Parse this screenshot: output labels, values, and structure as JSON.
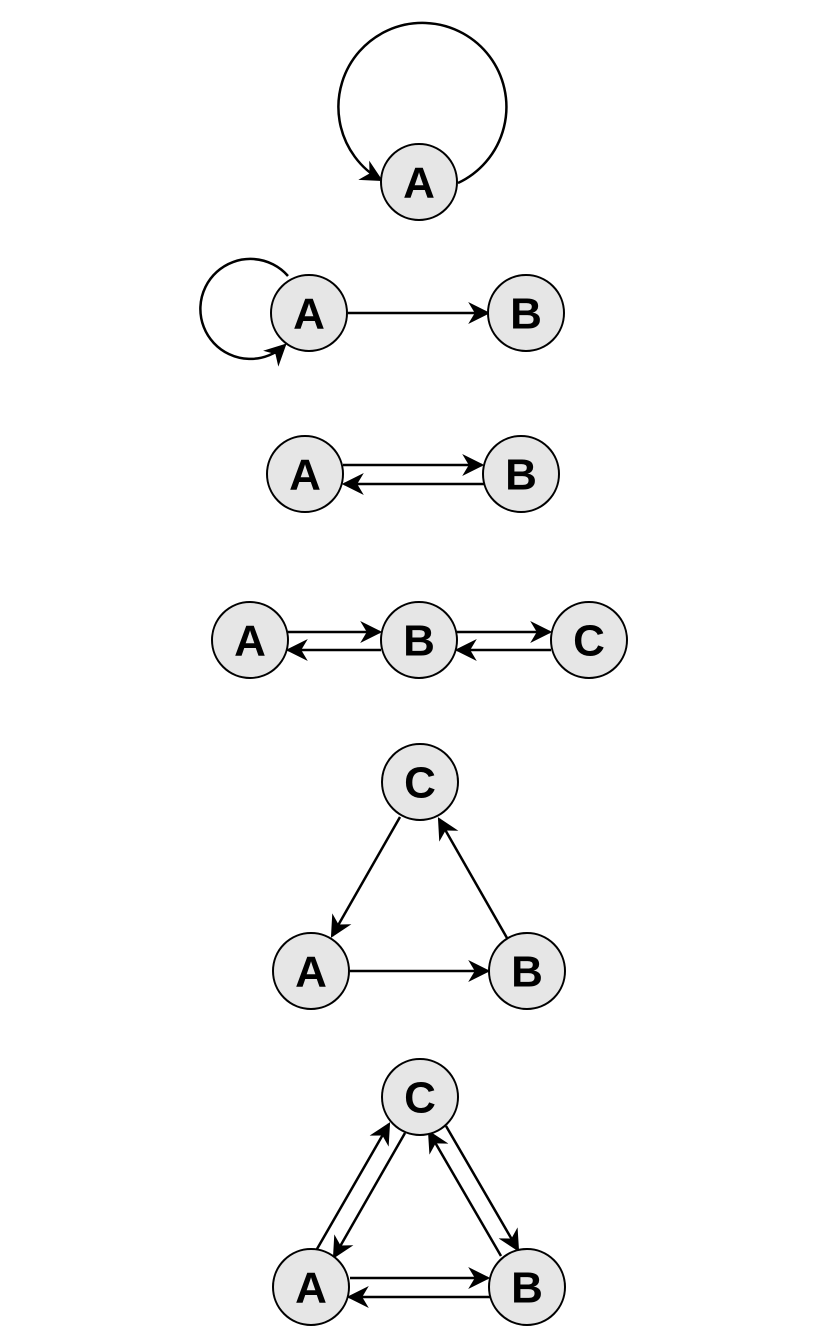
{
  "diagrams": [
    {
      "id": "self-loop",
      "nodes": {
        "a": "A"
      },
      "edges": [
        {
          "from": "A",
          "to": "A",
          "kind": "self-loop"
        }
      ]
    },
    {
      "id": "self-loop-and-edge",
      "nodes": {
        "a": "A",
        "b": "B"
      },
      "edges": [
        {
          "from": "A",
          "to": "A",
          "kind": "self-loop"
        },
        {
          "from": "A",
          "to": "B",
          "kind": "directed"
        }
      ]
    },
    {
      "id": "two-way-pair",
      "nodes": {
        "a": "A",
        "b": "B"
      },
      "edges": [
        {
          "from": "A",
          "to": "B",
          "kind": "directed"
        },
        {
          "from": "B",
          "to": "A",
          "kind": "directed"
        }
      ]
    },
    {
      "id": "two-way-chain",
      "nodes": {
        "a": "A",
        "b": "B",
        "c": "C"
      },
      "edges": [
        {
          "from": "A",
          "to": "B",
          "kind": "directed"
        },
        {
          "from": "B",
          "to": "A",
          "kind": "directed"
        },
        {
          "from": "B",
          "to": "C",
          "kind": "directed"
        },
        {
          "from": "C",
          "to": "B",
          "kind": "directed"
        }
      ]
    },
    {
      "id": "cycle",
      "nodes": {
        "a": "A",
        "b": "B",
        "c": "C"
      },
      "edges": [
        {
          "from": "A",
          "to": "B",
          "kind": "directed"
        },
        {
          "from": "B",
          "to": "C",
          "kind": "directed"
        },
        {
          "from": "C",
          "to": "A",
          "kind": "directed"
        }
      ]
    },
    {
      "id": "complete",
      "nodes": {
        "a": "A",
        "b": "B",
        "c": "C"
      },
      "edges": [
        {
          "from": "A",
          "to": "B",
          "kind": "directed"
        },
        {
          "from": "B",
          "to": "A",
          "kind": "directed"
        },
        {
          "from": "A",
          "to": "C",
          "kind": "directed"
        },
        {
          "from": "C",
          "to": "A",
          "kind": "directed"
        },
        {
          "from": "B",
          "to": "C",
          "kind": "directed"
        },
        {
          "from": "C",
          "to": "B",
          "kind": "directed"
        }
      ]
    }
  ],
  "colors": {
    "node_fill": "#e6e6e6",
    "stroke": "#000000",
    "background": "#ffffff"
  }
}
